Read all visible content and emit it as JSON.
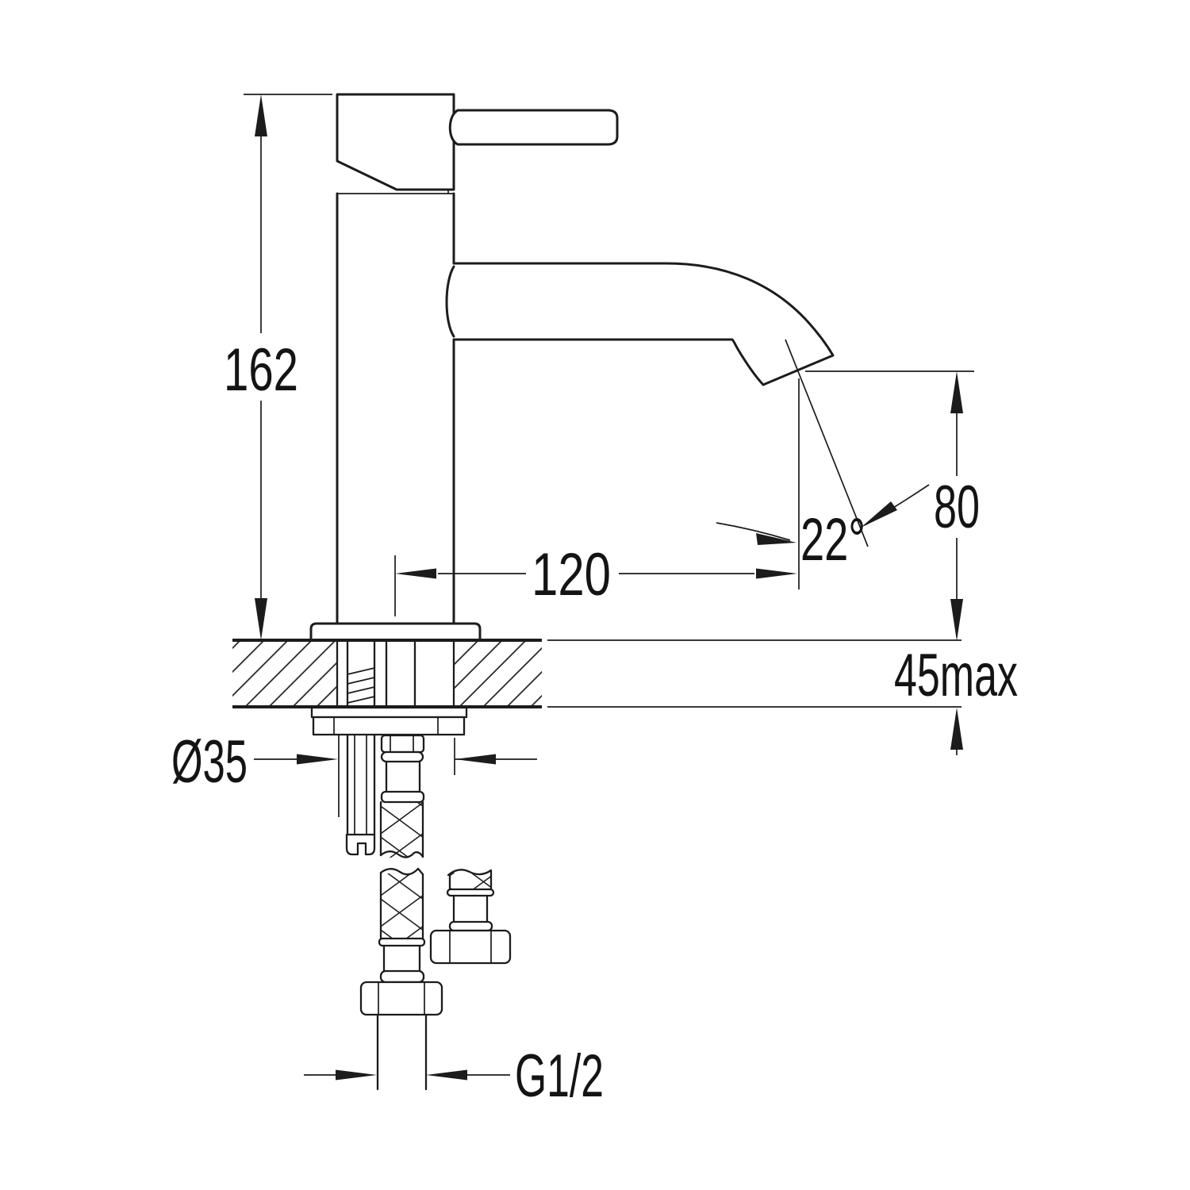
{
  "drawing": {
    "type": "technical-dimension-drawing",
    "subject": "single-lever basin mixer tap, side elevation with deck mounting cross-section",
    "background_color": "#ffffff",
    "line_color": "#1c1c1c",
    "labels": {
      "overall_height": "162",
      "spout_reach": "120",
      "spout_outlet_height": "80",
      "spout_angle": "22°",
      "mounting_hole_diameter": "Ø35",
      "max_deck_thickness": "45max",
      "inlet_thread": "G1/2"
    }
  }
}
